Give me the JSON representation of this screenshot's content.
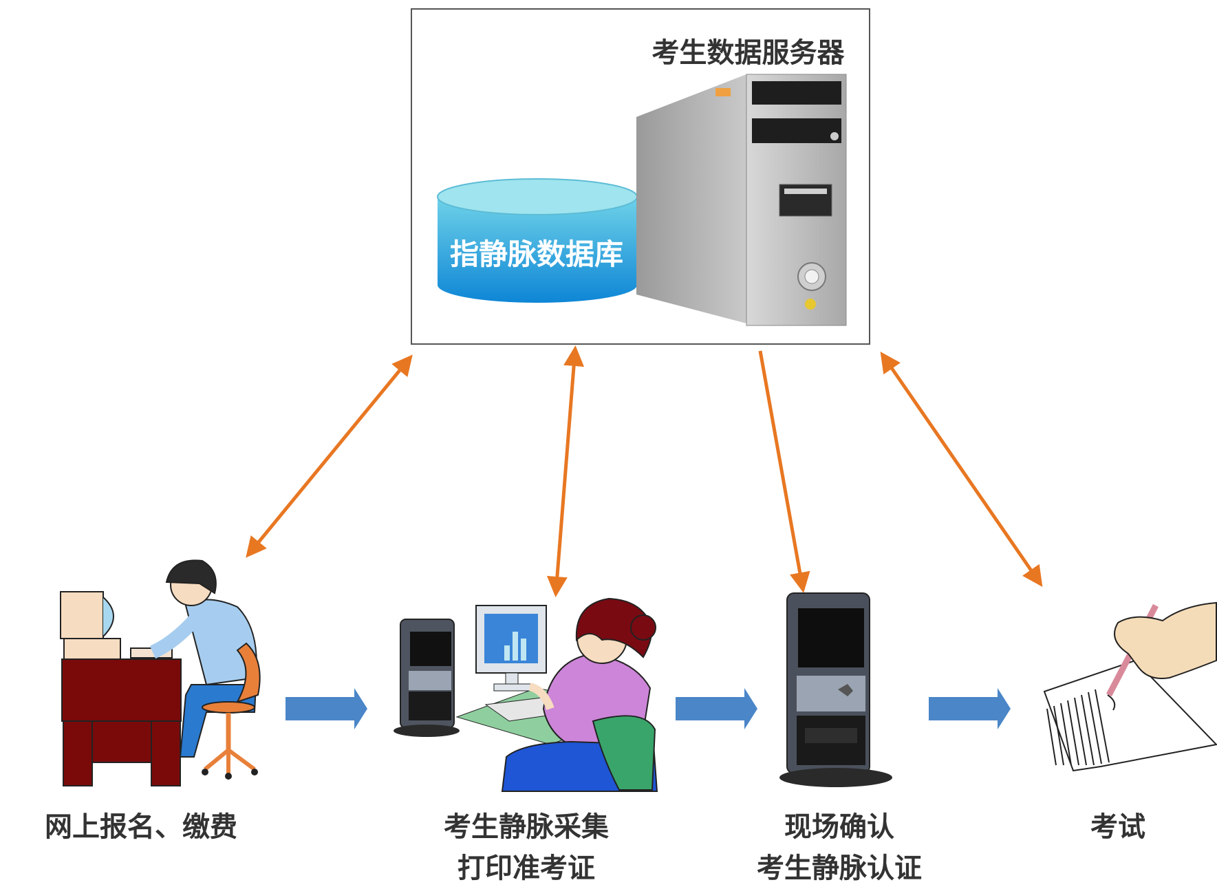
{
  "server": {
    "title": "考生数据服务器",
    "database_label": "指静脉数据库"
  },
  "steps": [
    {
      "id": "register",
      "lines": [
        "网上报名、缴费"
      ]
    },
    {
      "id": "collect",
      "lines": [
        "考生静脉采集",
        "打印准考证"
      ]
    },
    {
      "id": "confirm",
      "lines": [
        "现场确认",
        "考生静脉认证"
      ]
    },
    {
      "id": "exam",
      "lines": [
        "考试"
      ]
    }
  ],
  "colors": {
    "link_arrow": "#E87722",
    "flow_arrow": "#4A86C8",
    "database_top": "#7FD8E6",
    "database_body": "#1FA0DE"
  },
  "icons": [
    "server-tower-icon",
    "database-cylinder-icon",
    "person-at-computer-icon",
    "vein-scanner-icon",
    "person-with-scanner-icon",
    "hand-writing-icon"
  ]
}
